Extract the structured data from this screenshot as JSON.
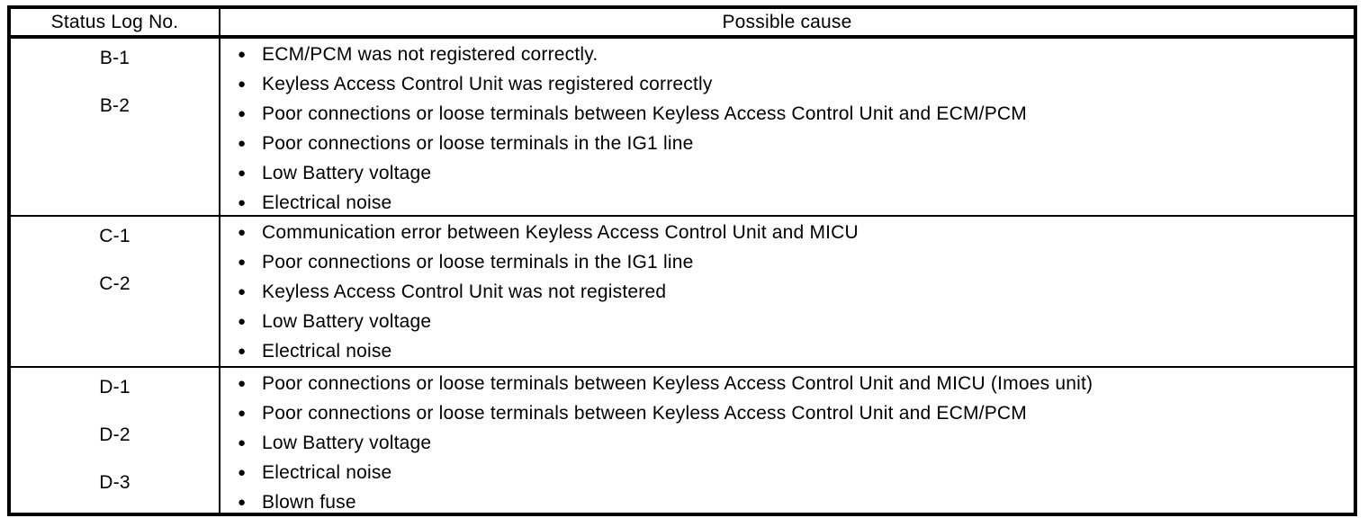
{
  "icons": {
    "bullet": "●"
  },
  "table": {
    "headers": {
      "status_log": "Status Log No.",
      "possible_cause": "Possible cause"
    },
    "rows": [
      {
        "codes": [
          "B-1",
          "B-2"
        ],
        "causes": [
          "ECM/PCM was not registered correctly.",
          "Keyless Access Control Unit was registered correctly",
          "Poor connections or loose terminals between Keyless Access Control Unit and ECM/PCM",
          "Poor connections or loose terminals in the IG1 line",
          "Low Battery voltage",
          "Electrical noise"
        ]
      },
      {
        "codes": [
          "C-1",
          "C-2"
        ],
        "causes": [
          "Communication error between Keyless Access Control Unit and MICU",
          "Poor connections or loose terminals in the IG1 line",
          "Keyless Access Control Unit was not registered",
          "Low Battery voltage",
          "Electrical noise"
        ]
      },
      {
        "codes": [
          "D-1",
          "D-2",
          "D-3"
        ],
        "causes": [
          "Poor connections or loose terminals between Keyless Access Control Unit and MICU (Imoes unit)",
          "Poor connections or loose terminals between Keyless Access Control Unit and ECM/PCM",
          "Low Battery voltage",
          "Electrical noise",
          "Blown fuse"
        ]
      }
    ]
  }
}
